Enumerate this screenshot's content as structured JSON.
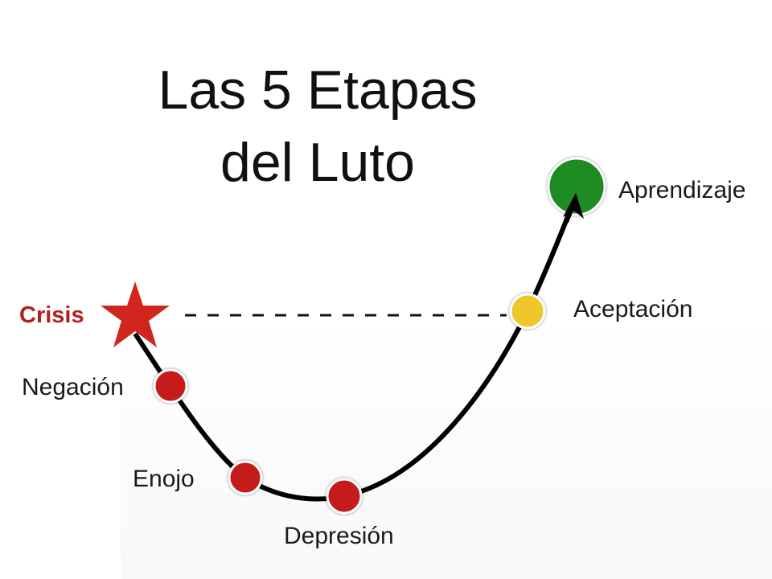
{
  "title": {
    "line1": "Las 5 Etapas",
    "line2": "del Luto"
  },
  "crisis": {
    "label": "Crisis",
    "color": "#d0261e",
    "label_color": "#b51f1f"
  },
  "stages": [
    {
      "label": "Negación",
      "color": "#c51b1b"
    },
    {
      "label": "Enojo",
      "color": "#c51b1b"
    },
    {
      "label": "Depresión",
      "color": "#c51b1b"
    },
    {
      "label": "Aceptación",
      "color": "#f0c72a"
    },
    {
      "label": "Aprendizaje",
      "color": "#1e8a22"
    }
  ]
}
